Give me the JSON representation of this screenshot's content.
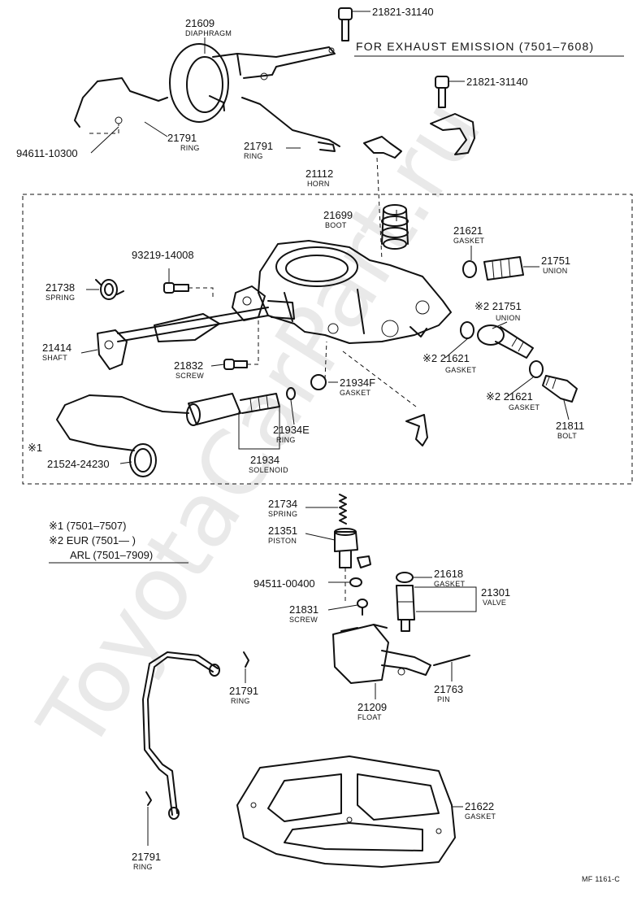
{
  "header": "FOR EXHAUST EMISSION (7501–7608)",
  "watermark": "ToyotaCarPart.ru",
  "frame_code": "MF 1161-C",
  "notes": {
    "n1": "※1 (7501–7507)",
    "n2": "※2 EUR (7501—        )",
    "n3": "ARL (7501–7909)"
  },
  "callouts": [
    {
      "num": "21609",
      "name": "DIAPHRAGM"
    },
    {
      "num": "21821-31140",
      "name": ""
    },
    {
      "num": "21821-31140",
      "name": ""
    },
    {
      "num": "94611-10300",
      "name": ""
    },
    {
      "num": "21791",
      "name": "RING"
    },
    {
      "num": "21791",
      "name": "RING"
    },
    {
      "num": "21112",
      "name": "HORN"
    },
    {
      "num": "21699",
      "name": "BOOT"
    },
    {
      "num": "21621",
      "name": "GASKET"
    },
    {
      "num": "21751",
      "name": "UNION"
    },
    {
      "num": "93219-14008",
      "name": ""
    },
    {
      "num": "21738",
      "name": "SPRING"
    },
    {
      "num": "※2 21751",
      "name": "UNION"
    },
    {
      "num": "21414",
      "name": "SHAFT"
    },
    {
      "num": "※2 21621",
      "name": "GASKET"
    },
    {
      "num": "21832",
      "name": "SCREW"
    },
    {
      "num": "21934F",
      "name": "GASKET"
    },
    {
      "num": "※2 21621",
      "name": "GASKET"
    },
    {
      "num": "21811",
      "name": "BOLT"
    },
    {
      "num": "21934E",
      "name": "RING"
    },
    {
      "num": "※1",
      "name": ""
    },
    {
      "num": "21934",
      "name": "SOLENOID"
    },
    {
      "num": "21524-24230",
      "name": ""
    },
    {
      "num": "21734",
      "name": "SPRING"
    },
    {
      "num": "21351",
      "name": "PISTON"
    },
    {
      "num": "21618",
      "name": "GASKET"
    },
    {
      "num": "94511-00400",
      "name": ""
    },
    {
      "num": "21301",
      "name": "VALVE"
    },
    {
      "num": "21831",
      "name": "SCREW"
    },
    {
      "num": "21791",
      "name": "RING"
    },
    {
      "num": "21763",
      "name": "PIN"
    },
    {
      "num": "21209",
      "name": "FLOAT"
    },
    {
      "num": "21622",
      "name": "GASKET"
    },
    {
      "num": "21791",
      "name": "RING"
    }
  ]
}
